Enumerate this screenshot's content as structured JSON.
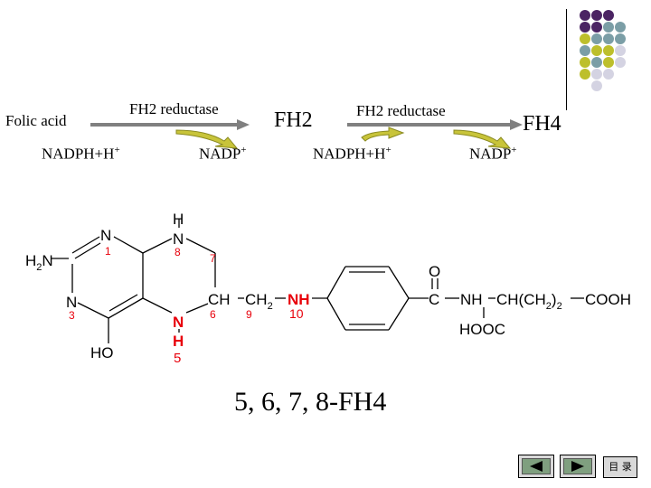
{
  "reaction": {
    "start": "Folic acid",
    "enzyme1": "FH2 reductase",
    "cofactor_in_1": "NADPH+H",
    "cofactor_out_1": "NADP",
    "intermediate": "FH2",
    "enzyme2": "FH2 reductase",
    "cofactor_in_2": "NADPH+H",
    "cofactor_out_2": "NADP",
    "product": "FH4",
    "plus": "+"
  },
  "structure": {
    "h2n": "H",
    "h2n_sub": "2",
    "h2n_n": "N",
    "n1": "N",
    "n1_num": "1",
    "n3": "N",
    "n3_num": "3",
    "ho": "HO",
    "h8": "H",
    "n8": "N",
    "n8_num": "8",
    "num7": "7",
    "ch": "CH",
    "ch_num": "6",
    "ch2": "CH",
    "ch2_sub": "2",
    "ch2_num": "9",
    "nh": "NH",
    "nh_num": "10",
    "n5": "N",
    "h5": "H",
    "n5_num": "5",
    "o": "O",
    "c": "C",
    "nh2": "NH",
    "chain": "CH(CH",
    "chain_sub": "2",
    "chain_end": ")",
    "chain_sub2": "2",
    "cooh": "COOH",
    "hooc": "HOOC",
    "caption": "5, 6, 7, 8-FH4"
  },
  "nav": {
    "menu_label": "目 录"
  },
  "colors": {
    "accent_red": "#e8000b",
    "arrow_gray": "#808080",
    "curve_fill": "#c8c43a",
    "dot_purple": "#4b2463",
    "dot_teal": "#7b9ea6",
    "dot_olive": "#bdbf2c",
    "dot_light": "#d4d3e2"
  }
}
